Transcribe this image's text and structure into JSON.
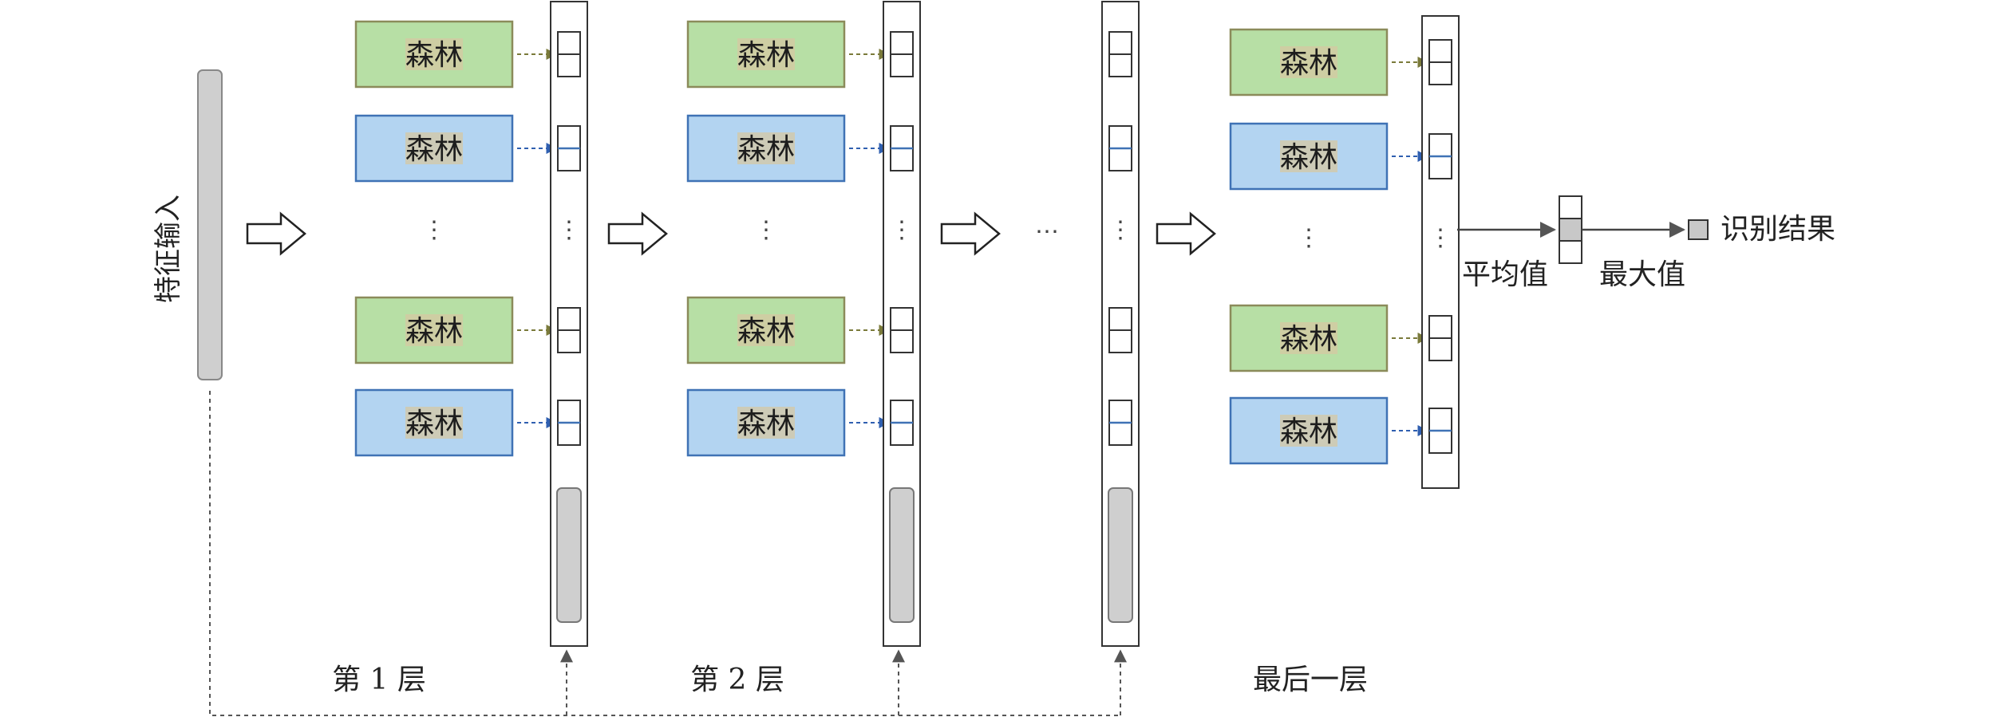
{
  "input_label": "特征输入",
  "forest_label": "森林",
  "layer_labels": [
    "第 1 层",
    "第 2 层",
    "最后一层"
  ],
  "avg_label": "平均值",
  "max_label": "最大值",
  "result_label": "识别结果",
  "ellipsis": "⋮",
  "between_ellipsis": "⋯",
  "colors": {
    "green_fill": "#b7dfa5",
    "blue_fill": "#b3d4f1",
    "green_stroke": "#8b8b5a",
    "blue_stroke": "#3f72b5",
    "text_highlight": "#d6c8a3",
    "column_stroke": "#333333",
    "gray_fill": "#cfcfcf",
    "arrow_gray": "#555555"
  }
}
